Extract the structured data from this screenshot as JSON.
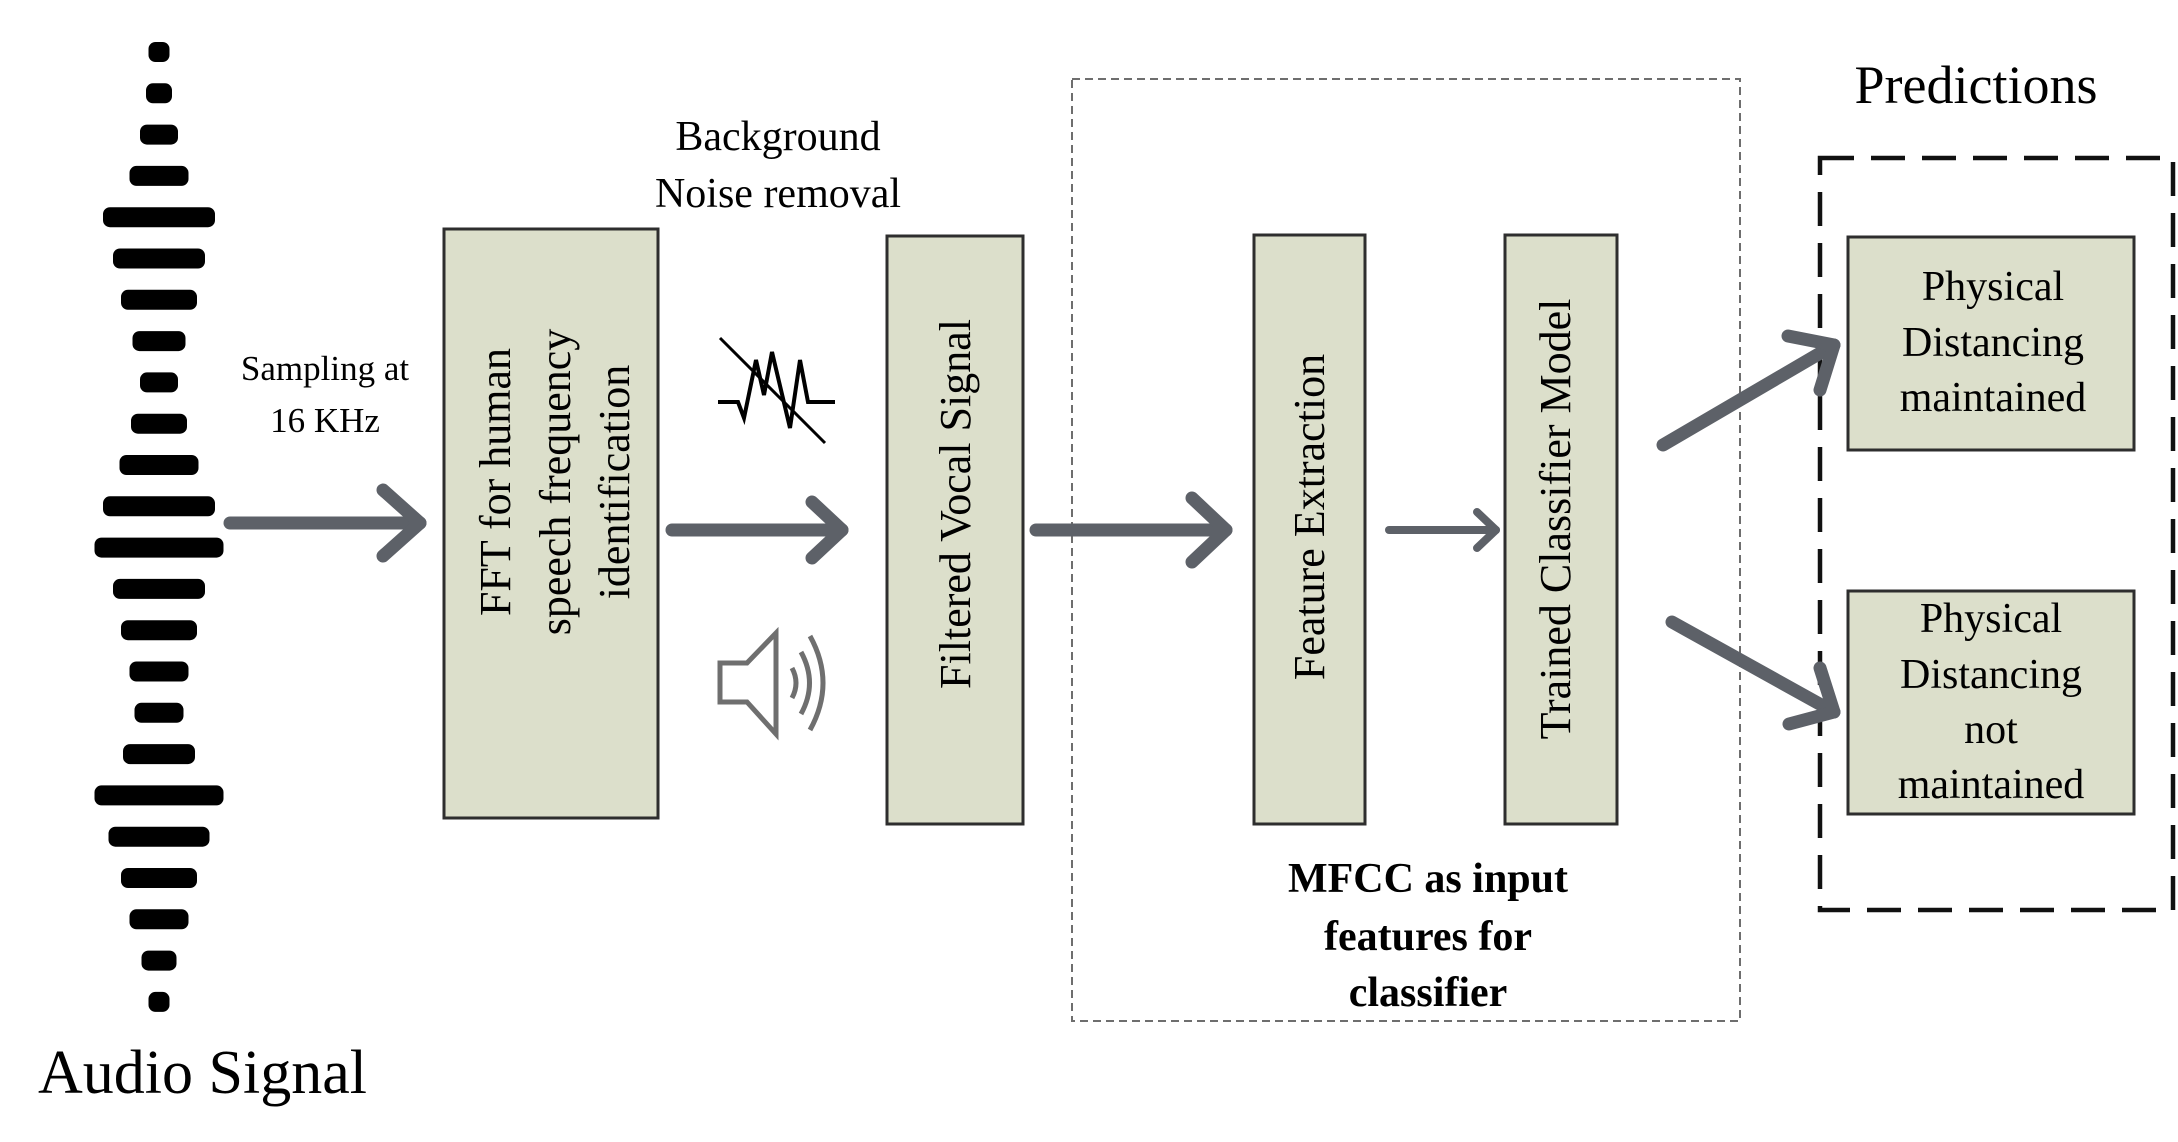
{
  "diagram": {
    "audio_signal_label": "Audio Signal",
    "sampling_label": [
      "Sampling at",
      "16 KHz"
    ],
    "fft_box": [
      "FFT for human",
      "speech frequency",
      "identification"
    ],
    "noise_removal_label": [
      "Background",
      "Noise removal"
    ],
    "filtered_box": "Filtered Vocal Signal",
    "feature_extraction_box": "Feature Extraction",
    "classifier_box": "Trained Classifier Model",
    "mfcc_caption": [
      "MFCC as input",
      "features for",
      "classifier"
    ],
    "predictions_title": "Predictions",
    "prediction_maintained": [
      "Physical",
      "Distancing",
      "maintained"
    ],
    "prediction_not_maintained": [
      "Physical",
      "Distancing",
      "not",
      "maintained"
    ],
    "icons": {
      "waveform": "audio-waveform-icon",
      "noise": "noise-signal-crossed-icon",
      "speaker": "speaker-volume-icon"
    },
    "colors": {
      "box_fill": "#dcdfcb",
      "arrow": "#5d6168",
      "text": "#000000"
    }
  }
}
